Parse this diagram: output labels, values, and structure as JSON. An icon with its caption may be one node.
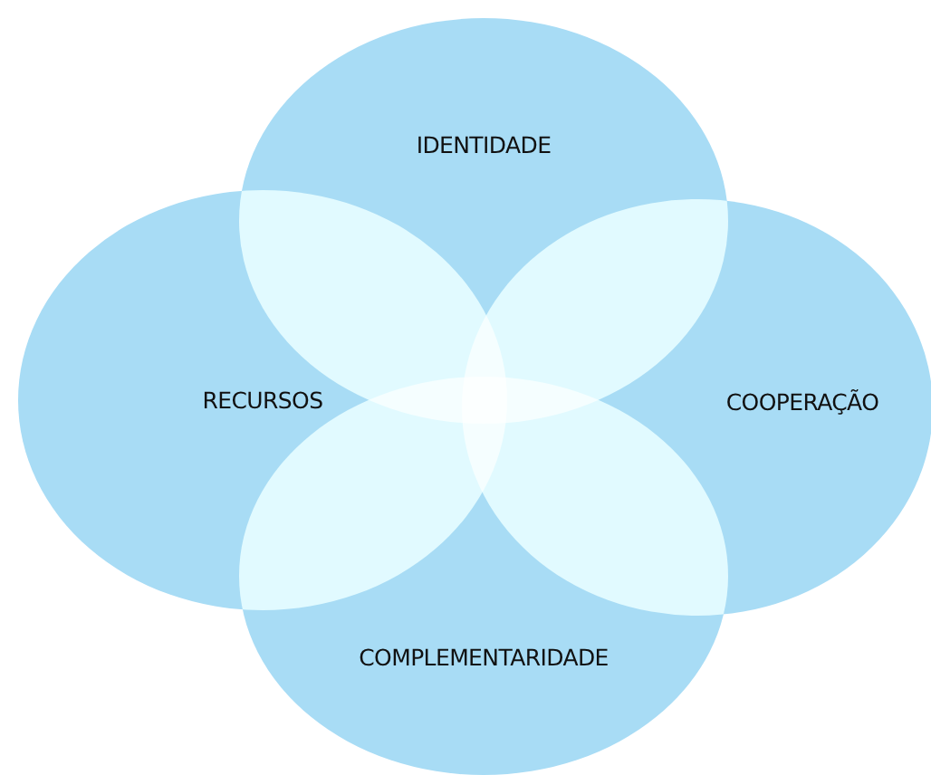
{
  "diagram": {
    "nodes": [
      {
        "text": [
          "IDENTIDADE"
        ]
      },
      {
        "text": [
          "RECURSOS"
        ]
      },
      {
        "text": [
          "COOPERAÇÃO"
        ]
      },
      {
        "text": [
          "COMPLEMENTARIDADE"
        ]
      }
    ]
  }
}
